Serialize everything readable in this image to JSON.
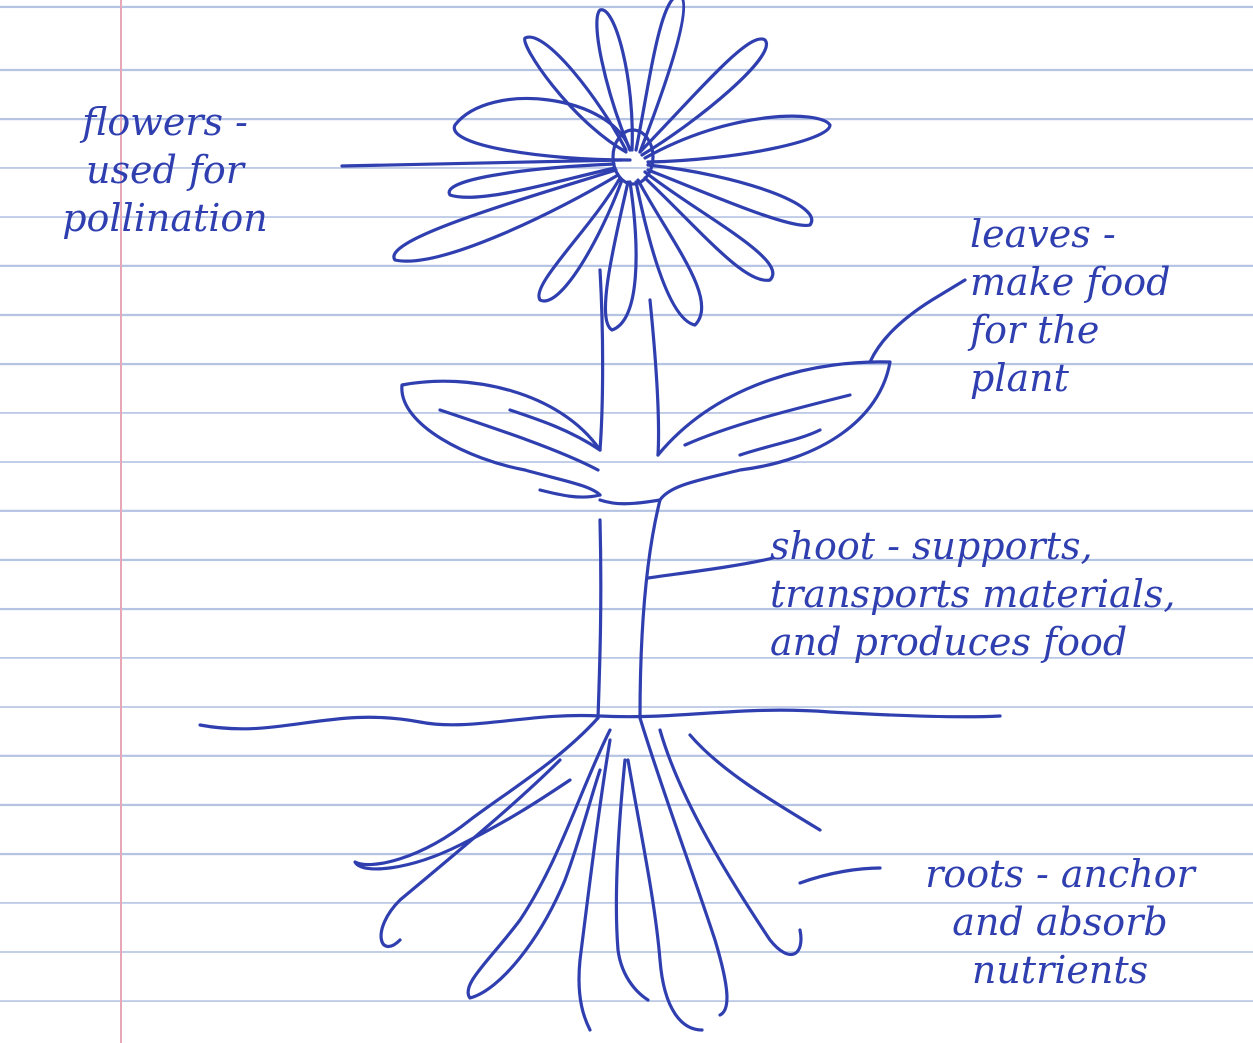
{
  "diagram": {
    "labels": [
      {
        "id": "flowers",
        "text": "flowers -\nused for\npollination"
      },
      {
        "id": "leaves",
        "text": "leaves -\nmake food\nfor the\nplant"
      },
      {
        "id": "shoot",
        "text": "shoot - supports,\ntransports materials,\nand produces food"
      },
      {
        "id": "roots",
        "text": "roots - anchor\nand absorb\nnutrients"
      }
    ]
  },
  "colors": {
    "ink": "#2f3fb0",
    "rule_lines": "#b6c4e4",
    "margin_line": "#e8a7b6",
    "paper": "#ffffff"
  }
}
